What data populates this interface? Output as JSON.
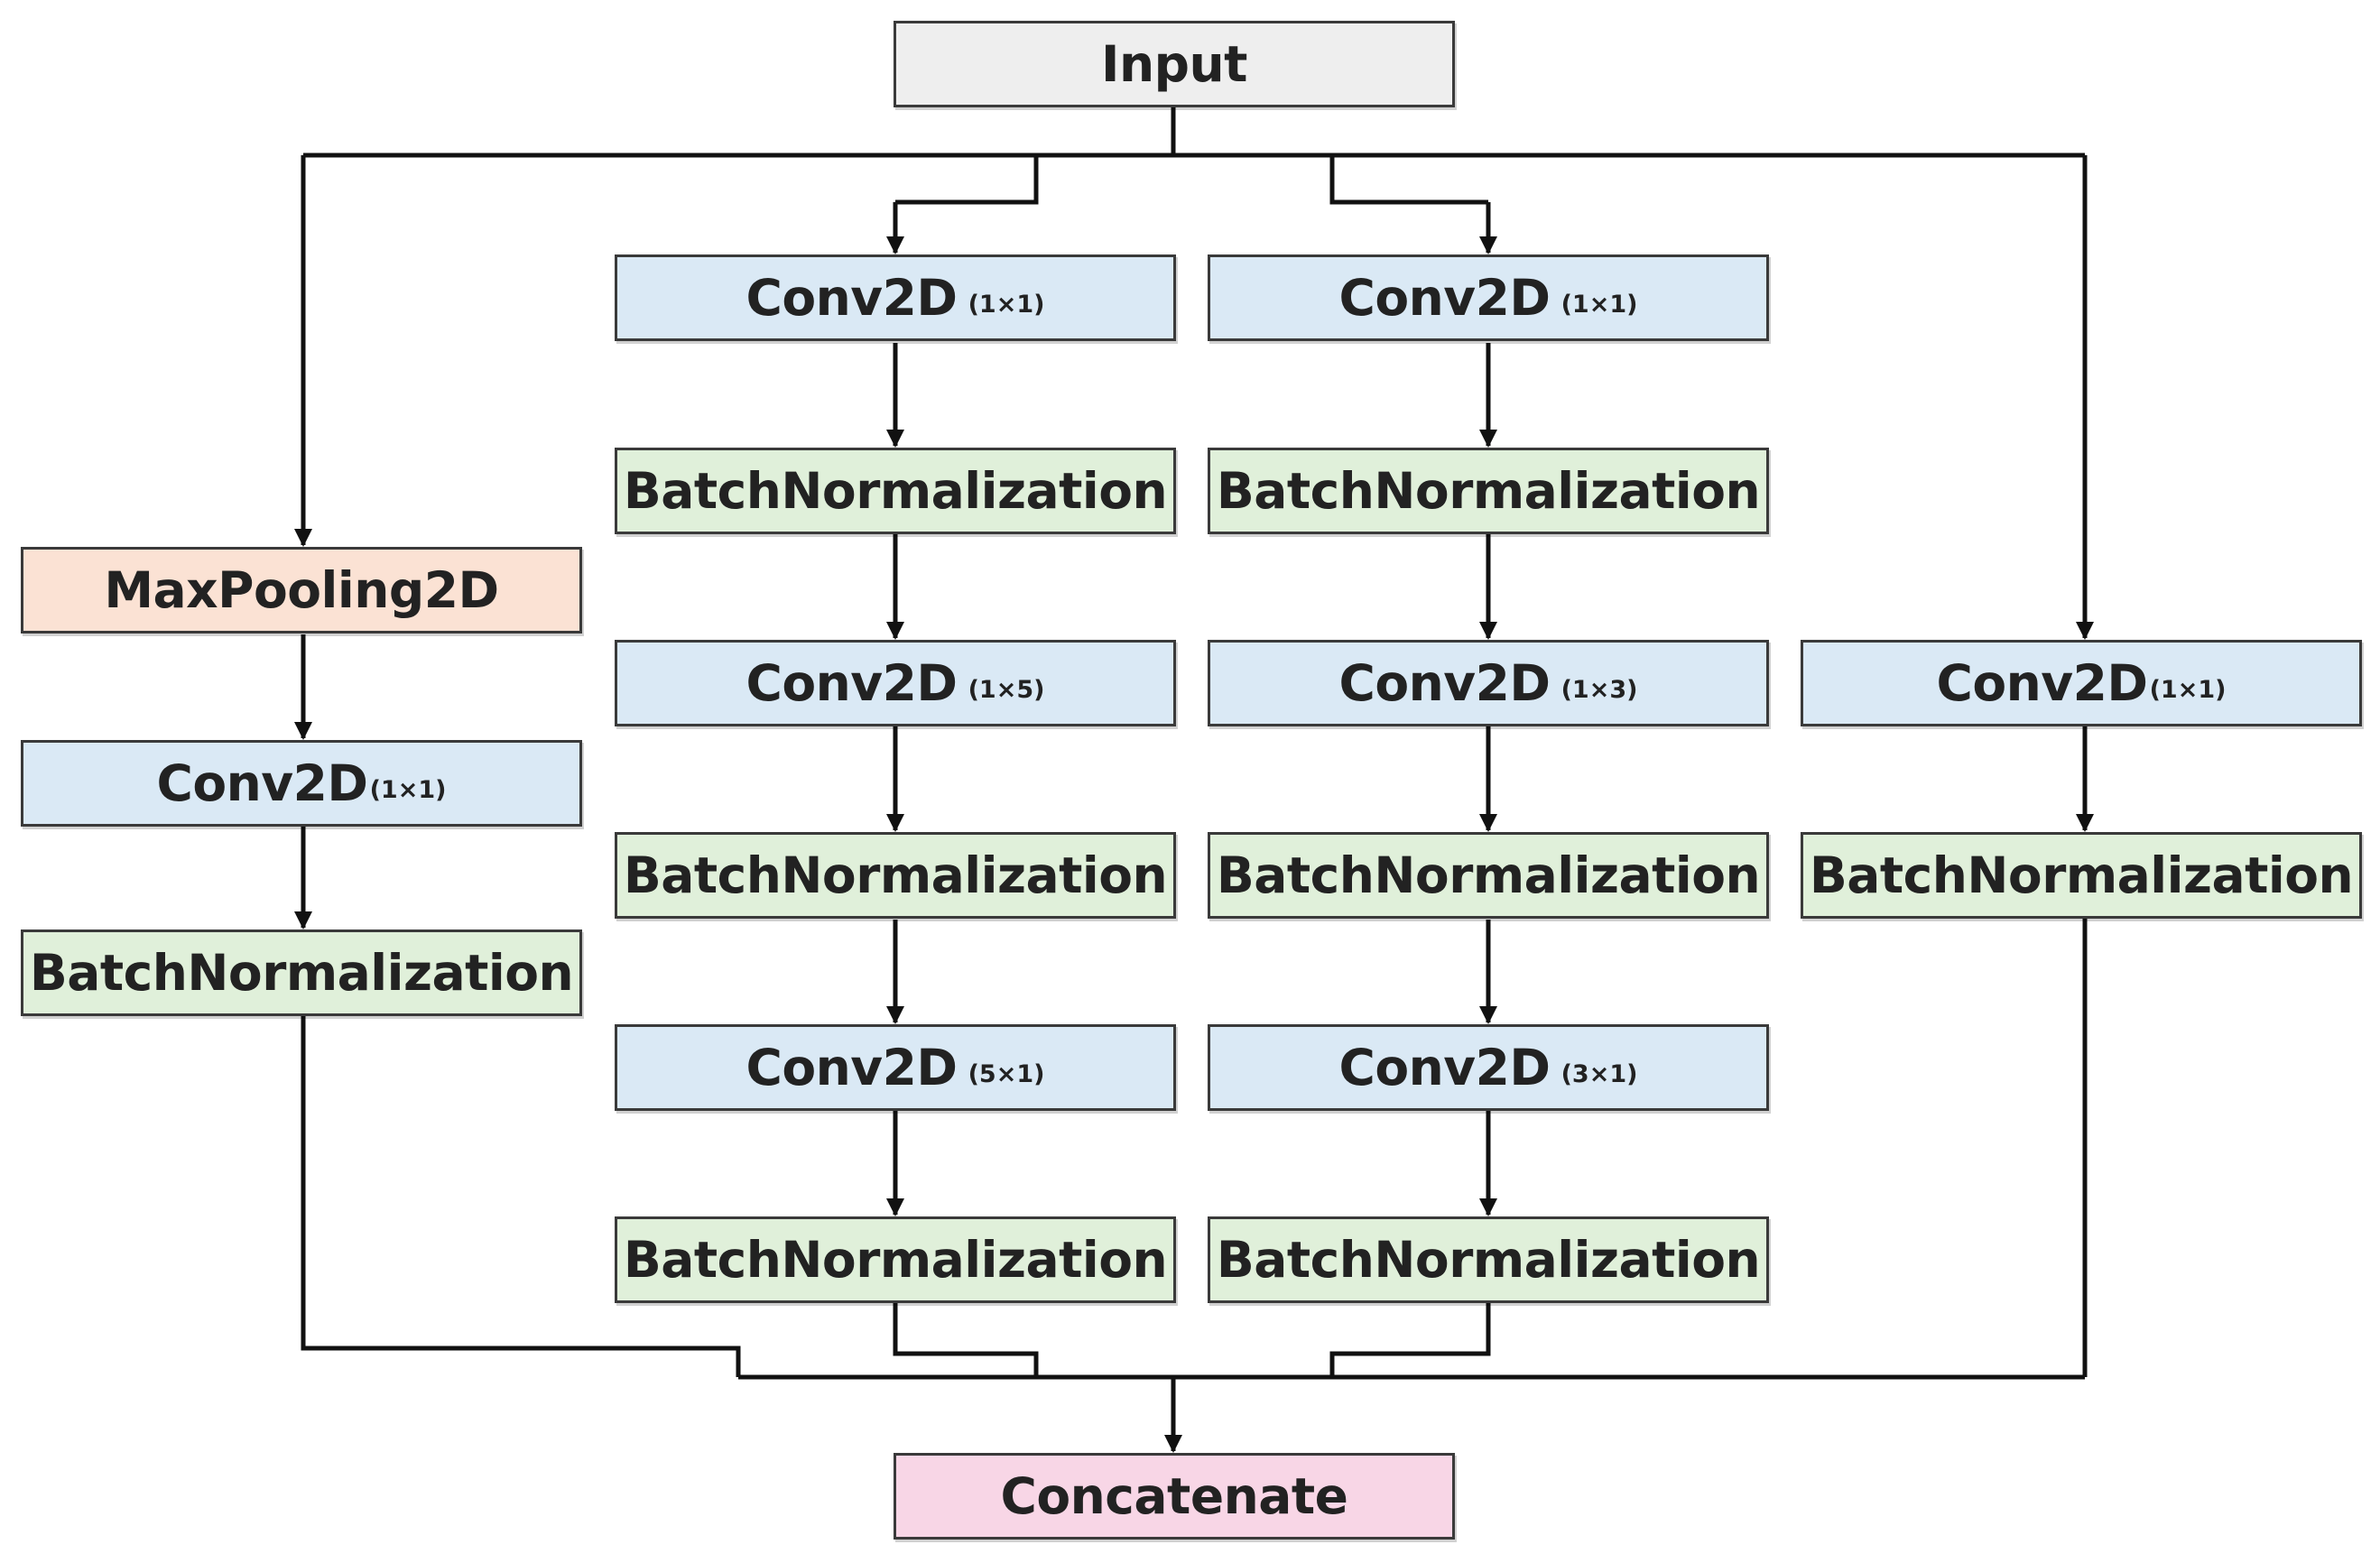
{
  "diagram": {
    "input": "Input",
    "concatenate": "Concatenate",
    "branch_pool": {
      "pool": "MaxPooling2D",
      "conv": {
        "name": "Conv2D",
        "kernel": "(1×1)"
      },
      "bn": "BatchNormalization"
    },
    "branch_5": {
      "conv1": {
        "name": "Conv2D",
        "kernel": "(1×1)"
      },
      "bn1": "BatchNormalization",
      "conv2": {
        "name": "Conv2D",
        "kernel": "(1×5)"
      },
      "bn2": "BatchNormalization",
      "conv3": {
        "name": "Conv2D",
        "kernel": "(5×1)"
      },
      "bn3": "BatchNormalization"
    },
    "branch_3": {
      "conv1": {
        "name": "Conv2D",
        "kernel": "(1×1)"
      },
      "bn1": "BatchNormalization",
      "conv2": {
        "name": "Conv2D",
        "kernel": "(1×3)"
      },
      "bn2": "BatchNormalization",
      "conv3": {
        "name": "Conv2D",
        "kernel": "(3×1)"
      },
      "bn3": "BatchNormalization"
    },
    "branch_1": {
      "conv": {
        "name": "Conv2D",
        "kernel": "(1×1)"
      },
      "bn": "BatchNormalization"
    }
  }
}
